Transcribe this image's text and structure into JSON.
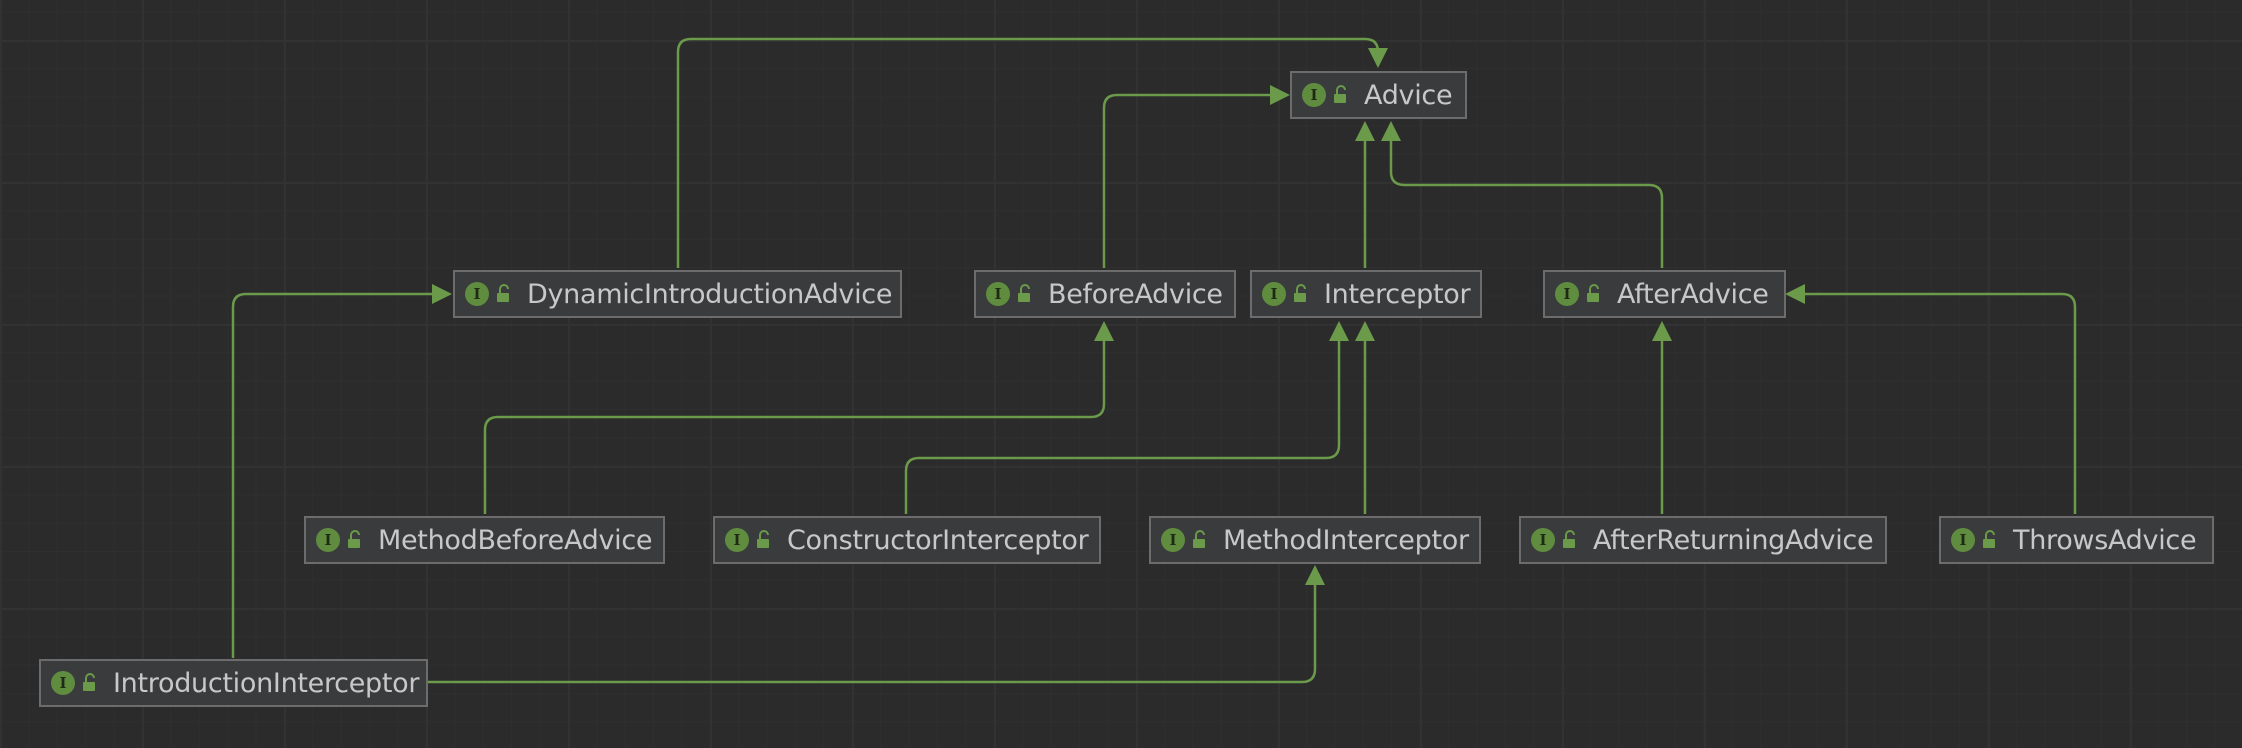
{
  "diagram": {
    "node_badge_letter": "I",
    "colors": {
      "edge": "#6a9a4a",
      "badge": "#5f8c3e",
      "border": "#6c6c6c",
      "text": "#c6c8ca"
    },
    "nodes": [
      {
        "id": "advice",
        "label": "Advice"
      },
      {
        "id": "dynamic-introduction-advice",
        "label": "DynamicIntroductionAdvice"
      },
      {
        "id": "before-advice",
        "label": "BeforeAdvice"
      },
      {
        "id": "interceptor",
        "label": "Interceptor"
      },
      {
        "id": "after-advice",
        "label": "AfterAdvice"
      },
      {
        "id": "method-before-advice",
        "label": "MethodBeforeAdvice"
      },
      {
        "id": "constructor-interceptor",
        "label": "ConstructorInterceptor"
      },
      {
        "id": "method-interceptor",
        "label": "MethodInterceptor"
      },
      {
        "id": "after-returning-advice",
        "label": "AfterReturningAdvice"
      },
      {
        "id": "throws-advice",
        "label": "ThrowsAdvice"
      },
      {
        "id": "introduction-interceptor",
        "label": "IntroductionInterceptor"
      }
    ],
    "edges": [
      {
        "from": "dynamic-introduction-advice",
        "to": "advice"
      },
      {
        "from": "before-advice",
        "to": "advice"
      },
      {
        "from": "interceptor",
        "to": "advice"
      },
      {
        "from": "after-advice",
        "to": "advice"
      },
      {
        "from": "method-before-advice",
        "to": "before-advice"
      },
      {
        "from": "constructor-interceptor",
        "to": "interceptor"
      },
      {
        "from": "method-interceptor",
        "to": "interceptor"
      },
      {
        "from": "after-returning-advice",
        "to": "after-advice"
      },
      {
        "from": "throws-advice",
        "to": "after-advice"
      },
      {
        "from": "introduction-interceptor",
        "to": "dynamic-introduction-advice"
      },
      {
        "from": "introduction-interceptor",
        "to": "method-interceptor"
      }
    ]
  }
}
